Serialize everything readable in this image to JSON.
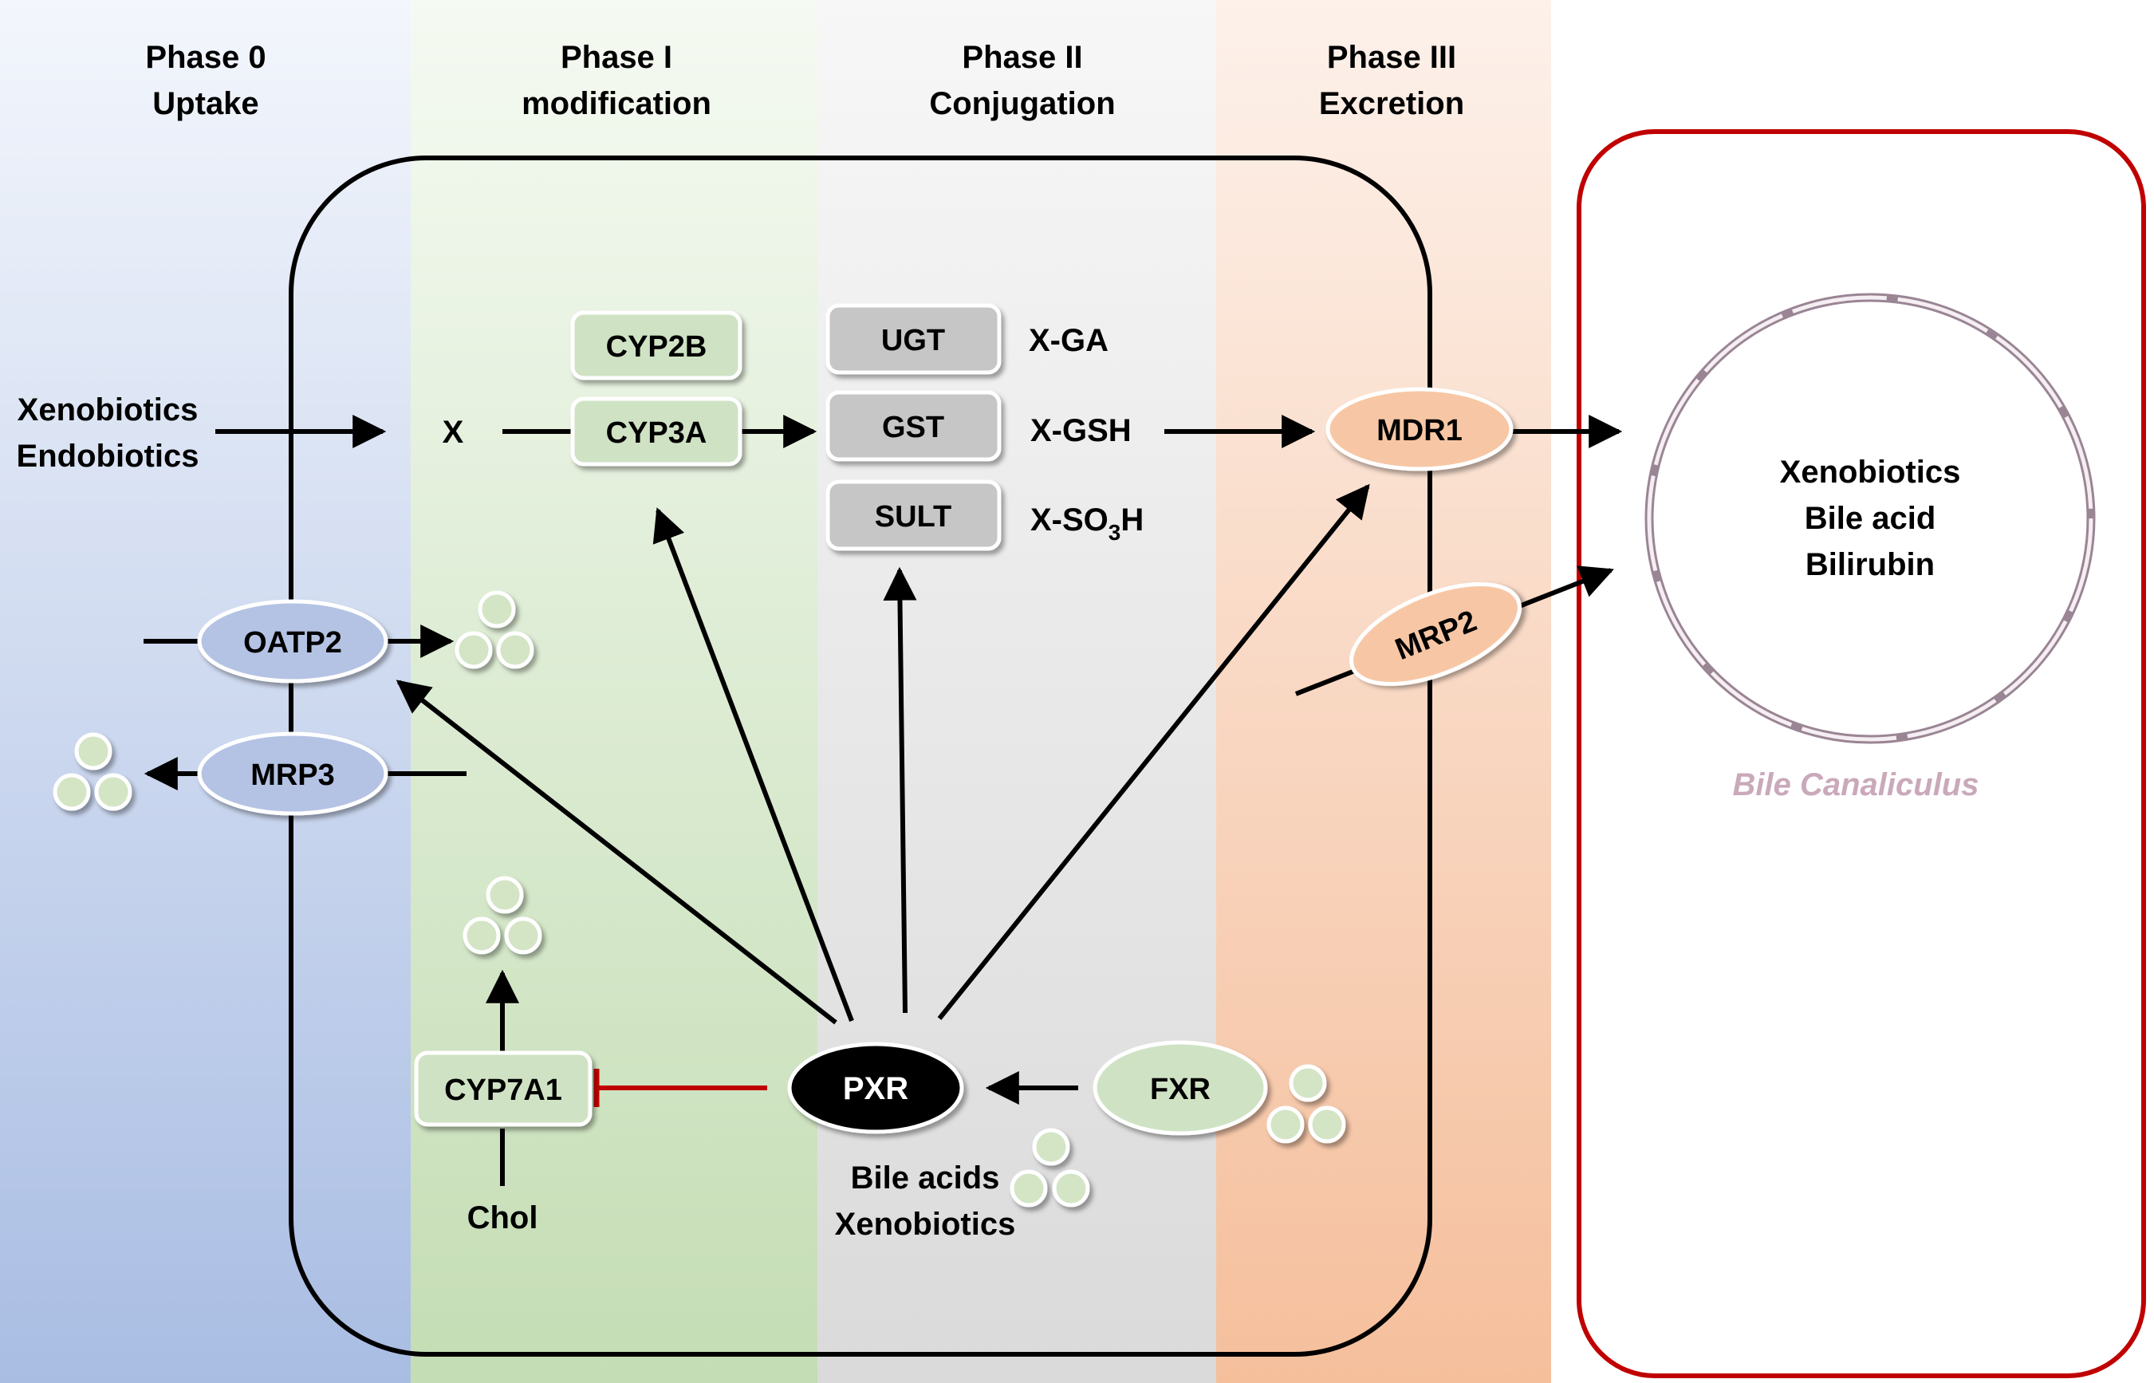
{
  "phases": [
    {
      "line1": "Phase 0",
      "line2": "Uptake"
    },
    {
      "line1": "Phase I",
      "line2": "modification"
    },
    {
      "line1": "Phase II",
      "line2": "Conjugation"
    },
    {
      "line1": "Phase III",
      "line2": "Excretion"
    }
  ],
  "inputs": {
    "line1": "Xenobiotics",
    "line2": "Endobiotics"
  },
  "substrate": "X",
  "phase1": {
    "cyp2b": "CYP2B",
    "cyp3a": "CYP3A",
    "cyp7a1": "CYP7A1",
    "chol": "Chol"
  },
  "phase2": {
    "ugt": "UGT",
    "gst": "GST",
    "sult": "SULT",
    "xga": "X-GA",
    "xgsh": "X-GSH",
    "xso3h_pre": "X-SO",
    "xso3h_sub": "3",
    "xso3h_post": "H"
  },
  "transporters": {
    "oatp2": "OATP2",
    "mrp3": "MRP3",
    "mdr1": "MDR1",
    "mrp2": "MRP2"
  },
  "receptors": {
    "pxr": "PXR",
    "fxr": "FXR"
  },
  "ligands": {
    "line1": "Bile acids",
    "line2": "Xenobiotics"
  },
  "canaliculus": {
    "line1": "Xenobiotics",
    "line2": "Bile acid",
    "line3": "Bilirubin",
    "caption": "Bile Canaliculus"
  },
  "colors": {
    "phase0": "#b8c8e8",
    "phase1": "#cfe3c4",
    "phase2": "#e3e3e3",
    "phase3": "#f6c7a8",
    "green_box": "#cfe3c4",
    "gray_box": "#c6c6c6",
    "blue_oval": "#b4c3e4",
    "orange_oval": "#f7c7a5",
    "cell_border": "#000000",
    "canal_border": "#c00000",
    "inhibition": "#c00000",
    "circle_fill": "#d4e5c6"
  }
}
